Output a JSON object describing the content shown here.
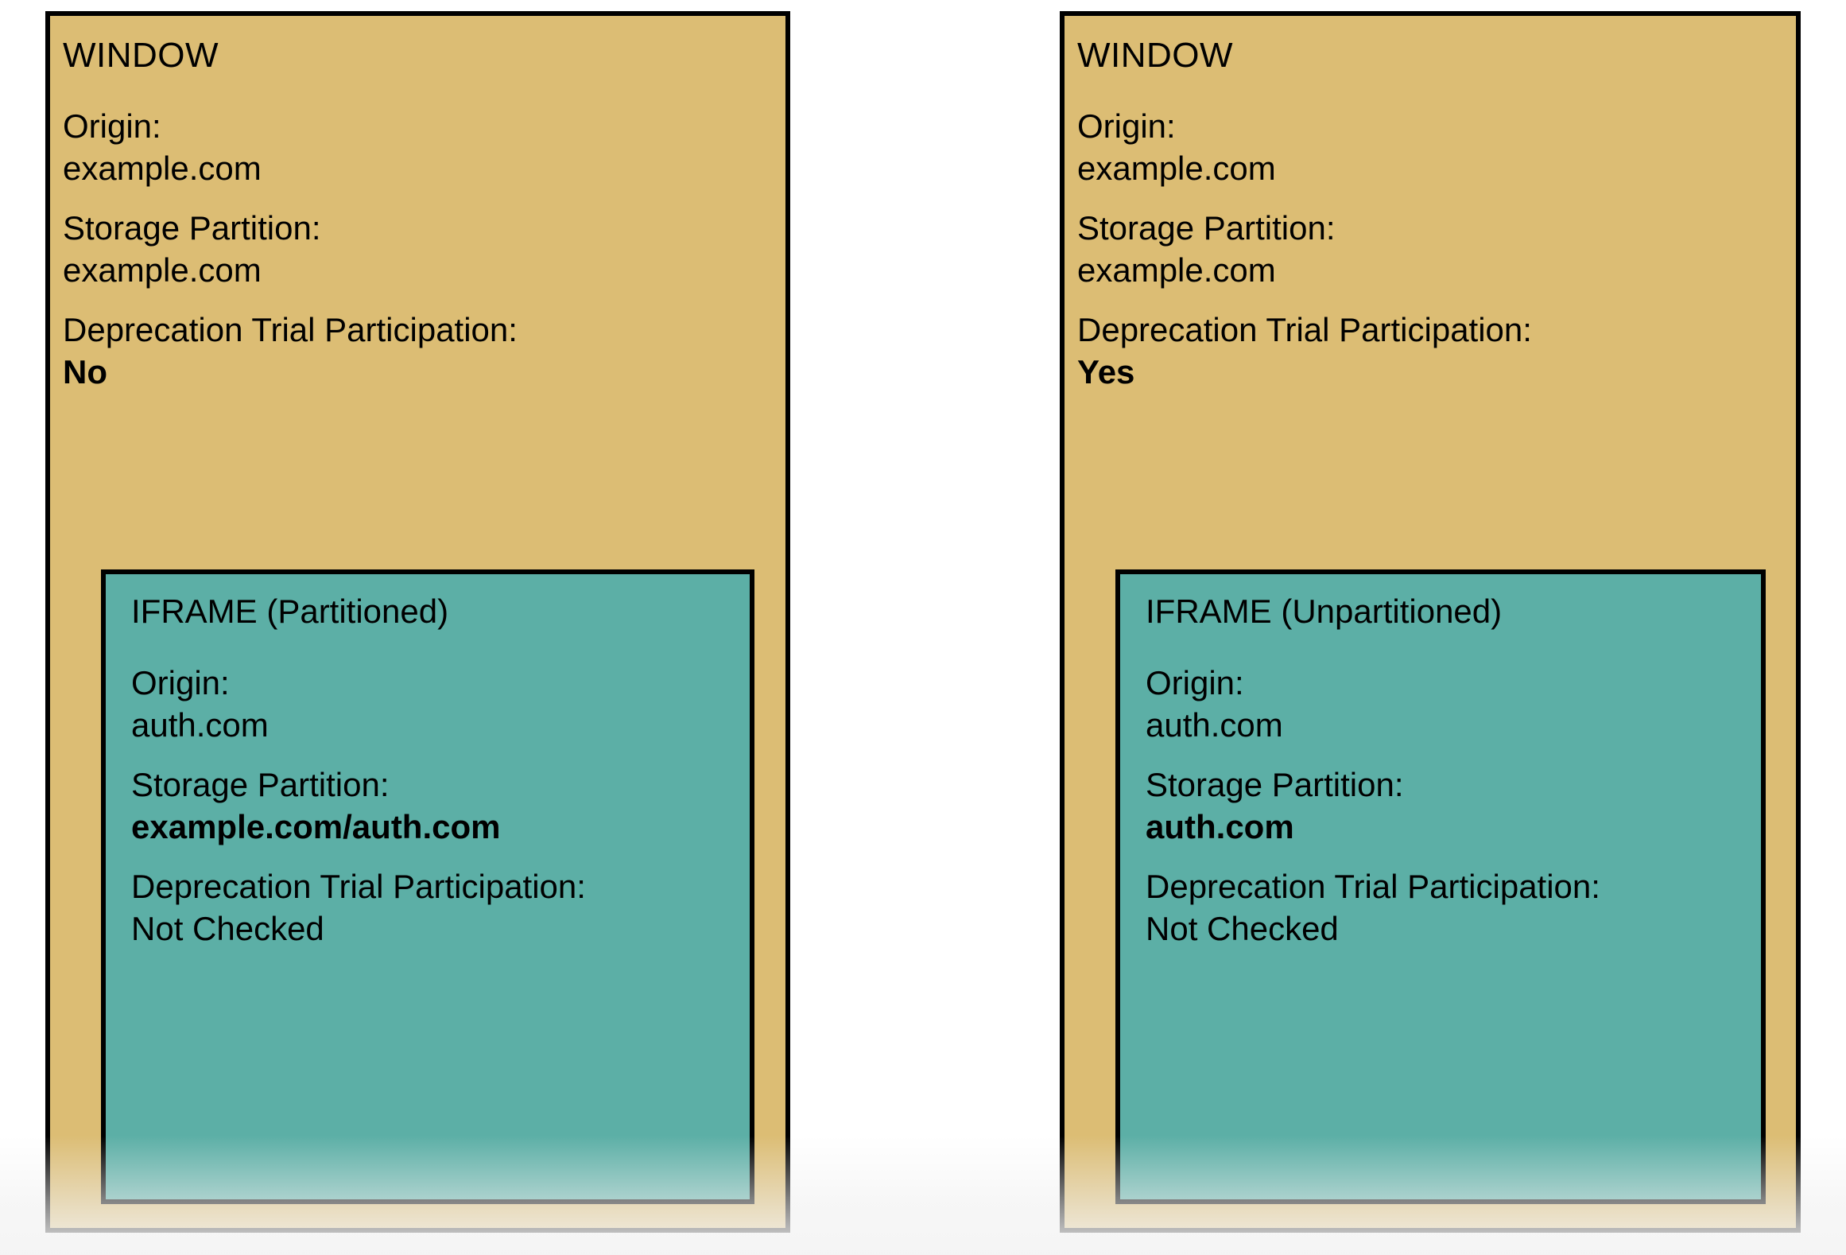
{
  "colors": {
    "window_fill": "#dcbd74",
    "iframe_fill": "#5cafa6",
    "border": "#000000",
    "background": "#ffffff"
  },
  "labels": {
    "origin": "Origin:",
    "storage_partition": "Storage Partition:",
    "deprecation_trial": "Deprecation Trial Participation:"
  },
  "panels": [
    {
      "title": "WINDOW",
      "origin": "example.com",
      "storage_partition": "example.com",
      "storage_partition_bold": false,
      "deprecation_trial": "No",
      "deprecation_trial_bold": true,
      "iframe": {
        "title": "IFRAME (Partitioned)",
        "origin": "auth.com",
        "storage_partition": "example.com/auth.com",
        "storage_partition_bold": true,
        "deprecation_trial": "Not Checked",
        "deprecation_trial_bold": false
      }
    },
    {
      "title": "WINDOW",
      "origin": "example.com",
      "storage_partition": "example.com",
      "storage_partition_bold": false,
      "deprecation_trial": "Yes",
      "deprecation_trial_bold": true,
      "iframe": {
        "title": "IFRAME (Unpartitioned)",
        "origin": "auth.com",
        "storage_partition": "auth.com",
        "storage_partition_bold": true,
        "deprecation_trial": "Not Checked",
        "deprecation_trial_bold": false
      }
    }
  ]
}
